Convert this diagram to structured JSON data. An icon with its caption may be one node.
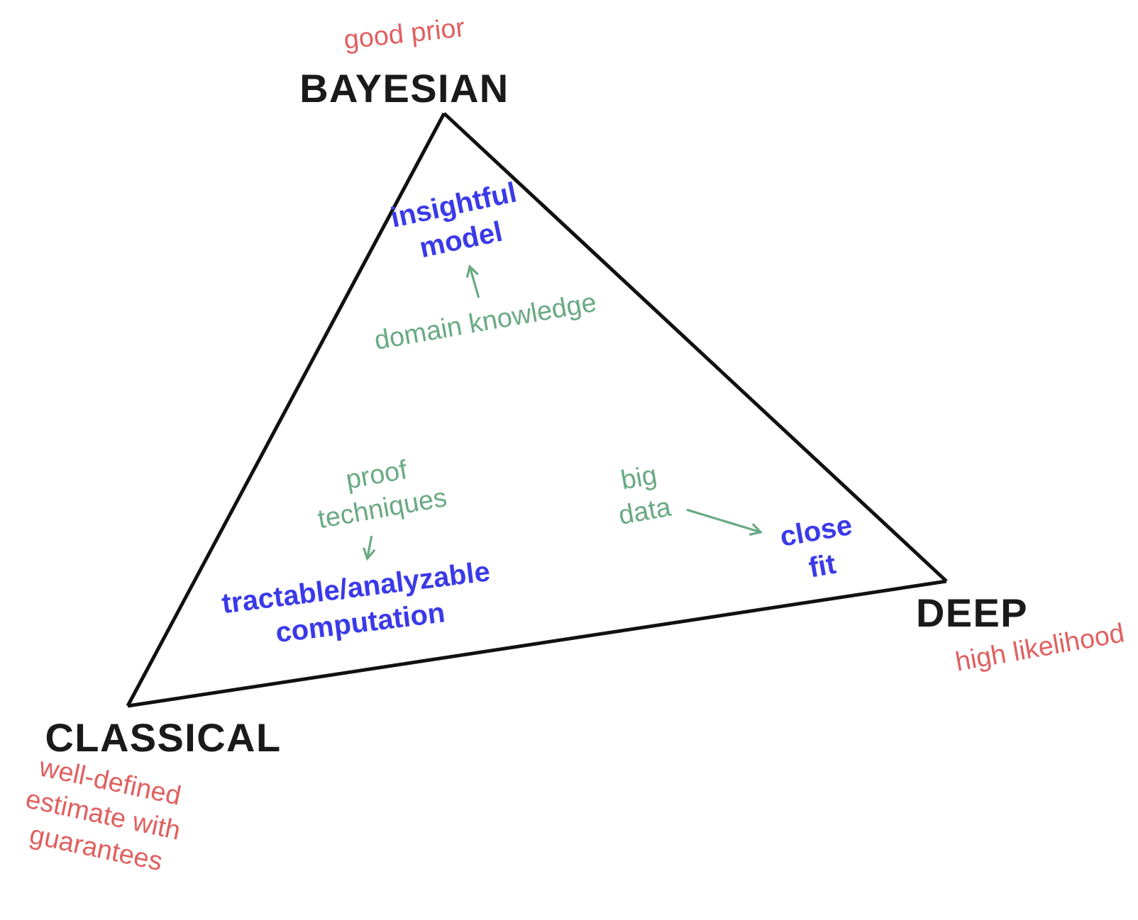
{
  "diagram": {
    "nodes": [
      {
        "text": [
          "BAYESIAN"
        ],
        "beside": [
          "good prior"
        ]
      },
      {
        "text": [
          "DEEP"
        ],
        "beside": [
          "high likelihood"
        ]
      },
      {
        "text": [
          "CLASSICAL"
        ],
        "beside": [
          "well-defined estimate with guarantees"
        ]
      },
      {
        "text": [
          "insightful model"
        ]
      },
      {
        "text": [
          "domain knowledge"
        ]
      },
      {
        "text": [
          "close fit"
        ]
      },
      {
        "text": [
          "big data"
        ]
      },
      {
        "text": [
          "tractable/analyzable computation"
        ]
      },
      {
        "text": [
          "proof techniques"
        ]
      }
    ],
    "edges": [
      {
        "from": 0,
        "to": 1,
        "arrow": "none"
      },
      {
        "from": 1,
        "to": 2,
        "arrow": "none"
      },
      {
        "from": 2,
        "to": 0,
        "arrow": "none"
      },
      {
        "from": 4,
        "to": 3,
        "arrow": "to",
        "color": "#6aaa84"
      },
      {
        "from": 6,
        "to": 5,
        "arrow": "to",
        "color": "#6aaa84"
      },
      {
        "from": 8,
        "to": 7,
        "arrow": "to",
        "color": "#6aaa84"
      }
    ]
  }
}
